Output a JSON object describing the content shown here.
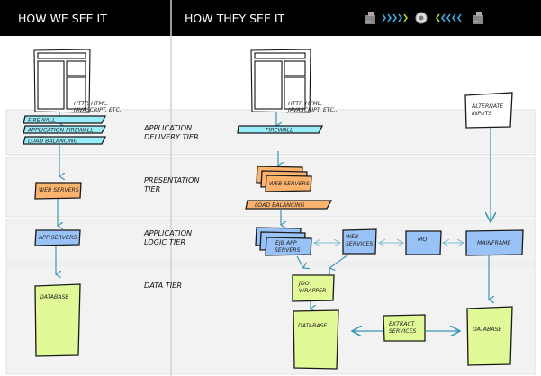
{
  "header": {
    "left_title": "HOW WE SEE IT",
    "right_title": "HOW THEY SEE IT",
    "icons": [
      {
        "name": "ops-icon",
        "label": "OPS"
      },
      {
        "name": "chevrons-right-icon"
      },
      {
        "name": "gear-circle-icon"
      },
      {
        "name": "chevrons-left-icon"
      },
      {
        "name": "dev-icon",
        "label": "DEV"
      }
    ]
  },
  "colors": {
    "header": "#000000",
    "band": "#f2f2f2",
    "arrow": "#3a97b5",
    "firewall": "#99ecfa",
    "web": "#fbb36e",
    "app": "#99c2f7",
    "data": "#e1f996"
  },
  "tiers": [
    "APPLICATION",
    "DELIVERY TIER",
    "PRESENTATION",
    "TIER",
    "APPLICATION",
    "LOGIC TIER",
    "DATA TIER"
  ],
  "left": {
    "protocol": [
      "HTTP, HTML,",
      "JAVASCRIPT, ETC.."
    ],
    "firewall": "FIREWALL",
    "app_firewall": "APPLICATION FIREWALL",
    "load_balancing": "LOAD BALANCING",
    "web_servers": "WEB SERVERS",
    "app_servers": "APP SERVERS",
    "database": "DATABASE"
  },
  "right": {
    "protocol": [
      "HTTP, HTML,",
      "JAVASCRIPT, ETC.."
    ],
    "alternate_inputs": [
      "ALTERNATE",
      "INPUTS"
    ],
    "firewall": "FIREWALL",
    "web_servers": "WEB SERVERS",
    "load_balancing": "LOAD BALANCING",
    "ejb": [
      "EJB APP",
      "SERVERS"
    ],
    "web_services": [
      "WEB",
      "SERVICES"
    ],
    "mq": "MQ",
    "mainframe": "MAINFRAME",
    "jdo": [
      "JDO",
      "WRAPPER"
    ],
    "database_main": "DATABASE",
    "extract": [
      "EXTRACT",
      "SERVICES"
    ],
    "database_alt": "DATABASE"
  }
}
